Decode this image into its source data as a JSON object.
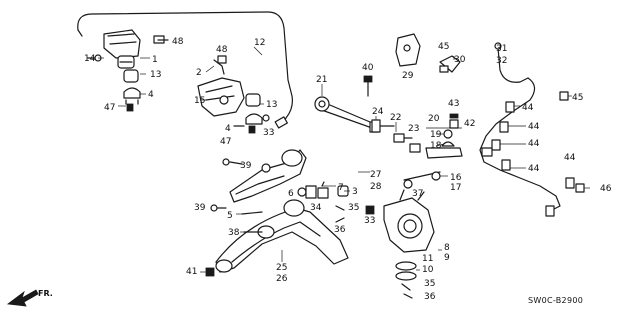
{
  "diagram": {
    "diagram_code": "SW0C-B2900",
    "direction_label": "FR.",
    "callouts": [
      "1",
      "2",
      "3",
      "4",
      "5",
      "6",
      "7",
      "8",
      "9",
      "10",
      "11",
      "12",
      "13",
      "14",
      "15",
      "16",
      "17",
      "18",
      "19",
      "20",
      "21",
      "22",
      "23",
      "24",
      "25",
      "26",
      "27",
      "28",
      "29",
      "30",
      "31",
      "32",
      "33",
      "34",
      "35",
      "36",
      "37",
      "38",
      "39",
      "40",
      "41",
      "42",
      "43",
      "44",
      "45",
      "46",
      "47",
      "48"
    ]
  }
}
